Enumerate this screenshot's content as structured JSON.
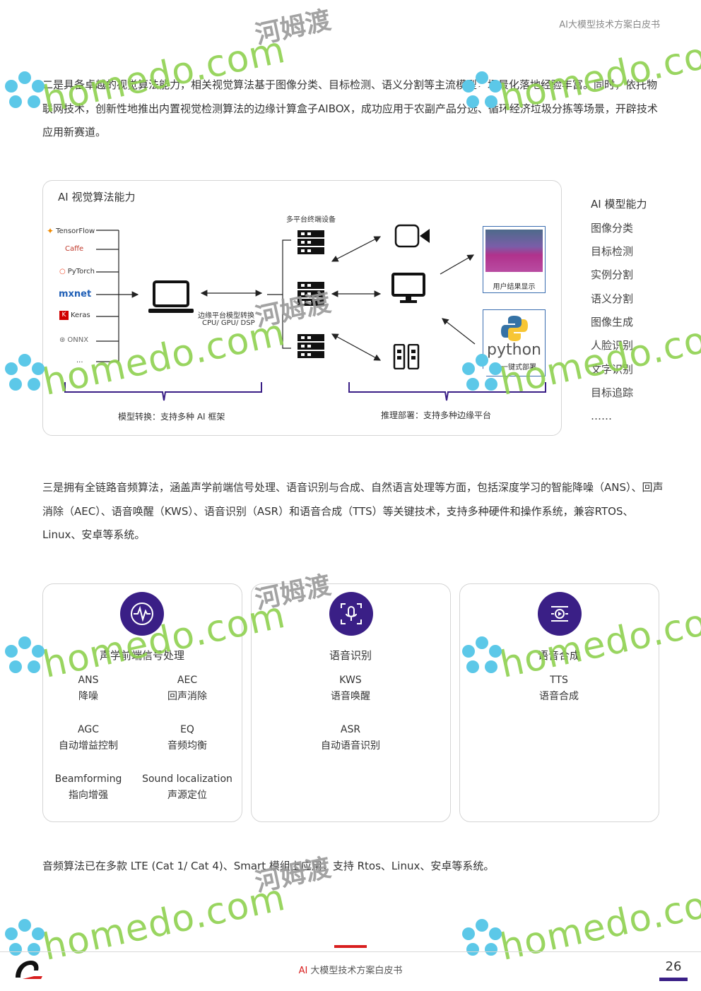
{
  "header": {
    "title": "AI大模型技术方案白皮书"
  },
  "paragraphs": {
    "p1": "二是具备卓越的视觉算法能力，相关视觉算法基于图像分类、目标检测、语义分割等主流模型，场景化落地经验丰富。同时，依托物联网技术，创新性地推出内置视觉检测算法的边缘计算盒子AIBOX，成功应用于农副产品分选、循环经济垃圾分拣等场景，开辟技术应用新赛道。",
    "p2": "三是拥有全链路音频算法，涵盖声学前端信号处理、语音识别与合成、自然语言处理等方面，包括深度学习的智能降噪（ANS）、回声消除（AEC）、语音唤醒（KWS）、语音识别（ASR）和语音合成（TTS）等关键技术，支持多种硬件和操作系统，兼容RTOS、Linux、安卓等系统。",
    "p3": "音频算法已在多款 LTE (Cat 1/ Cat 4)、Smart 模组上应用，支持 Rtos、Linux、安卓等系统。"
  },
  "diagram": {
    "title": "AI 视觉算法能力",
    "frameworks": [
      "TensorFlow",
      "Caffe",
      "PyTorch",
      "mxnet",
      "Keras",
      "ONNX",
      "..."
    ],
    "edge_label_line1": "边缘平台模型转换",
    "edge_label_line2": "CPU/ GPU/ DSP",
    "multi_platform_label": "多平台终端设备",
    "result_label": "用户结果显示",
    "python_text": "python",
    "deploy_label": "AI 一键式部署",
    "caption_left": "模型转换：支持多种 AI 框架",
    "caption_right": "推理部署：支持多种边缘平台"
  },
  "side_list": {
    "title": "AI 模型能力",
    "items": [
      "图像分类",
      "目标检测",
      "实例分割",
      "语义分割",
      "图像生成",
      "人脸识别",
      "文字识别",
      "目标追踪",
      "……"
    ]
  },
  "cards": [
    {
      "title": "声学前端信号处理",
      "features": [
        {
          "code": "ANS",
          "desc": "降噪"
        },
        {
          "code": "AEC",
          "desc": "回声消除"
        },
        {
          "code": "AGC",
          "desc": "自动增益控制"
        },
        {
          "code": "EQ",
          "desc": "音频均衡"
        },
        {
          "code": "Beamforming",
          "desc": "指向增强"
        },
        {
          "code": "Sound localization",
          "desc": "声源定位"
        }
      ]
    },
    {
      "title": "语音识别",
      "features": [
        {
          "code": "KWS",
          "desc": "语音唤醒"
        },
        {
          "code": "ASR",
          "desc": "自动语音识别"
        }
      ]
    },
    {
      "title": "语音合成",
      "features": [
        {
          "code": "TTS",
          "desc": "语音合成"
        }
      ]
    }
  ],
  "footer": {
    "title_prefix": "AI",
    "title_rest": " 大模型技术方案白皮书",
    "page": "26"
  },
  "watermark": {
    "text": "homedo.com",
    "cn": "河姆渡"
  },
  "colors": {
    "accent": "#3a1f86",
    "red": "#d81e1e",
    "watermark_green": "#8fd14f"
  }
}
